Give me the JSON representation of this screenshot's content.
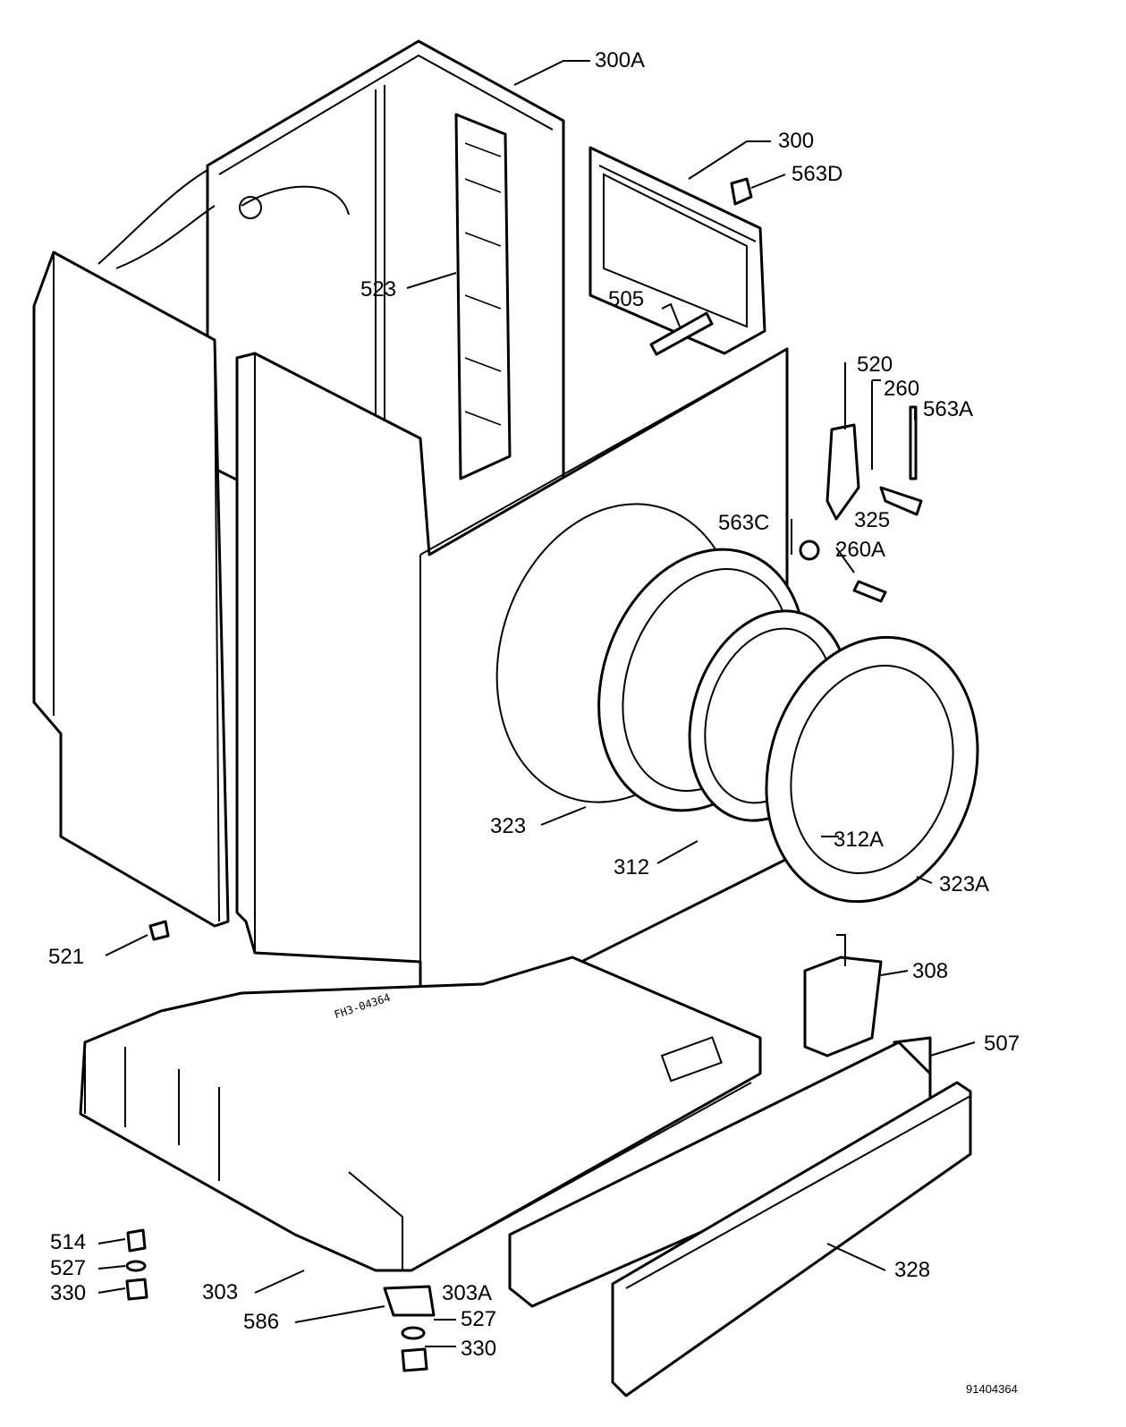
{
  "diagram_number": "91404364",
  "stamp": "FH3-04364",
  "labels": {
    "l300A": "300A",
    "l300": "300",
    "l563D": "563D",
    "l523": "523",
    "l505": "505",
    "l520": "520",
    "l260": "260",
    "l563A": "563A",
    "l325": "325",
    "l563C": "563C",
    "l260A": "260A",
    "l323": "323",
    "l312": "312",
    "l312A": "312A",
    "l323A": "323A",
    "l521": "521",
    "l308": "308",
    "l507": "507",
    "l514": "514",
    "l527a": "527",
    "l330a": "330",
    "l303": "303",
    "l303A": "303A",
    "l586": "586",
    "l527b": "527",
    "l330b": "330",
    "l328": "328"
  }
}
